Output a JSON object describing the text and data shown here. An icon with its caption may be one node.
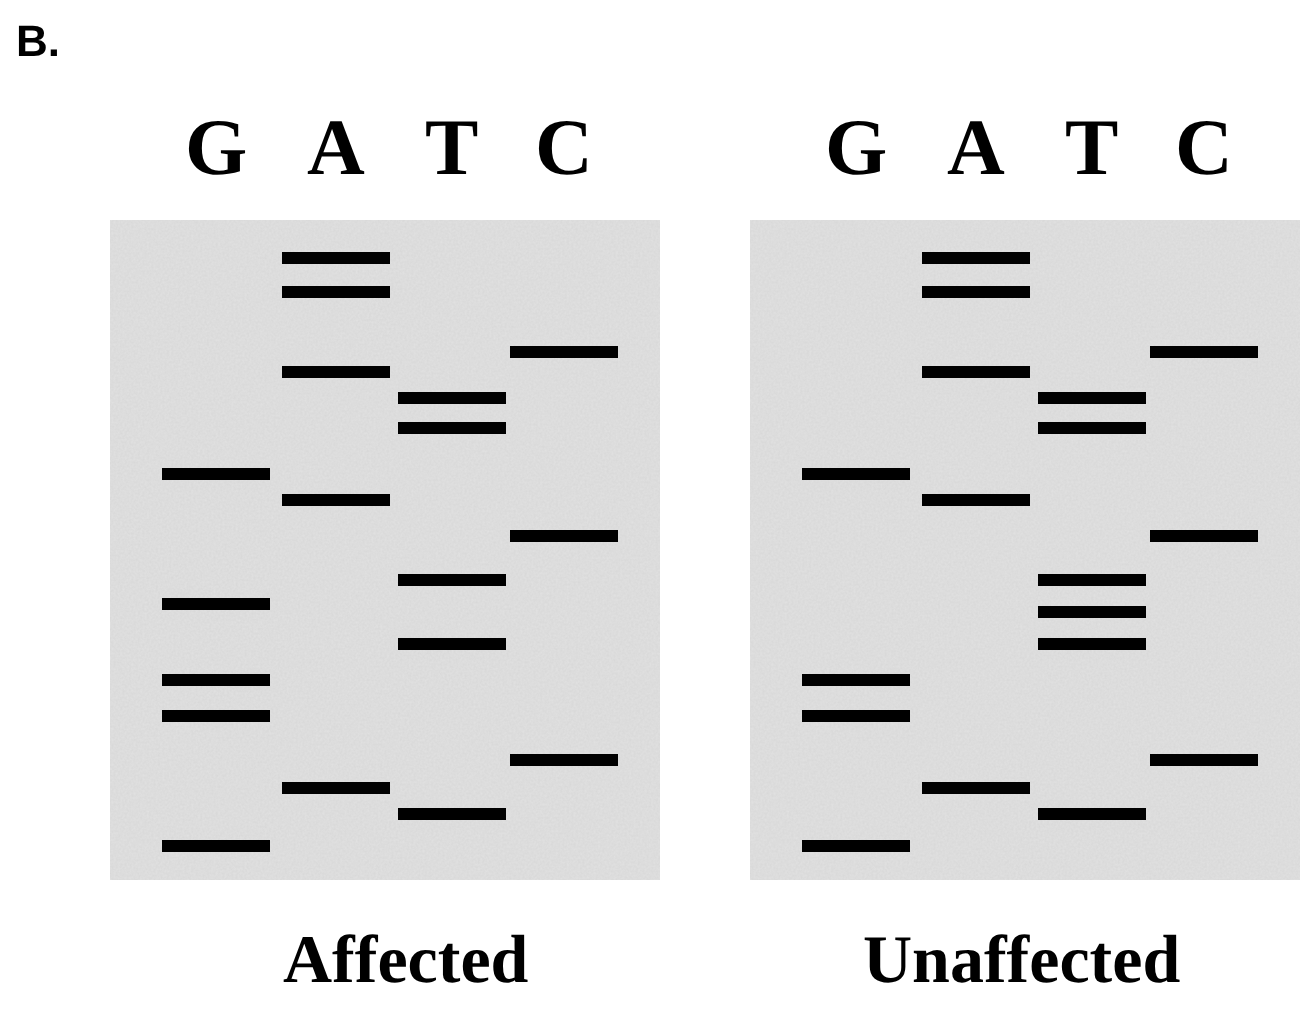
{
  "diagram": {
    "labels": [
      "B.",
      "G",
      "A",
      "T",
      "C",
      "G",
      "A",
      "T",
      "C",
      "Affected",
      "Unaffected"
    ]
  }
}
